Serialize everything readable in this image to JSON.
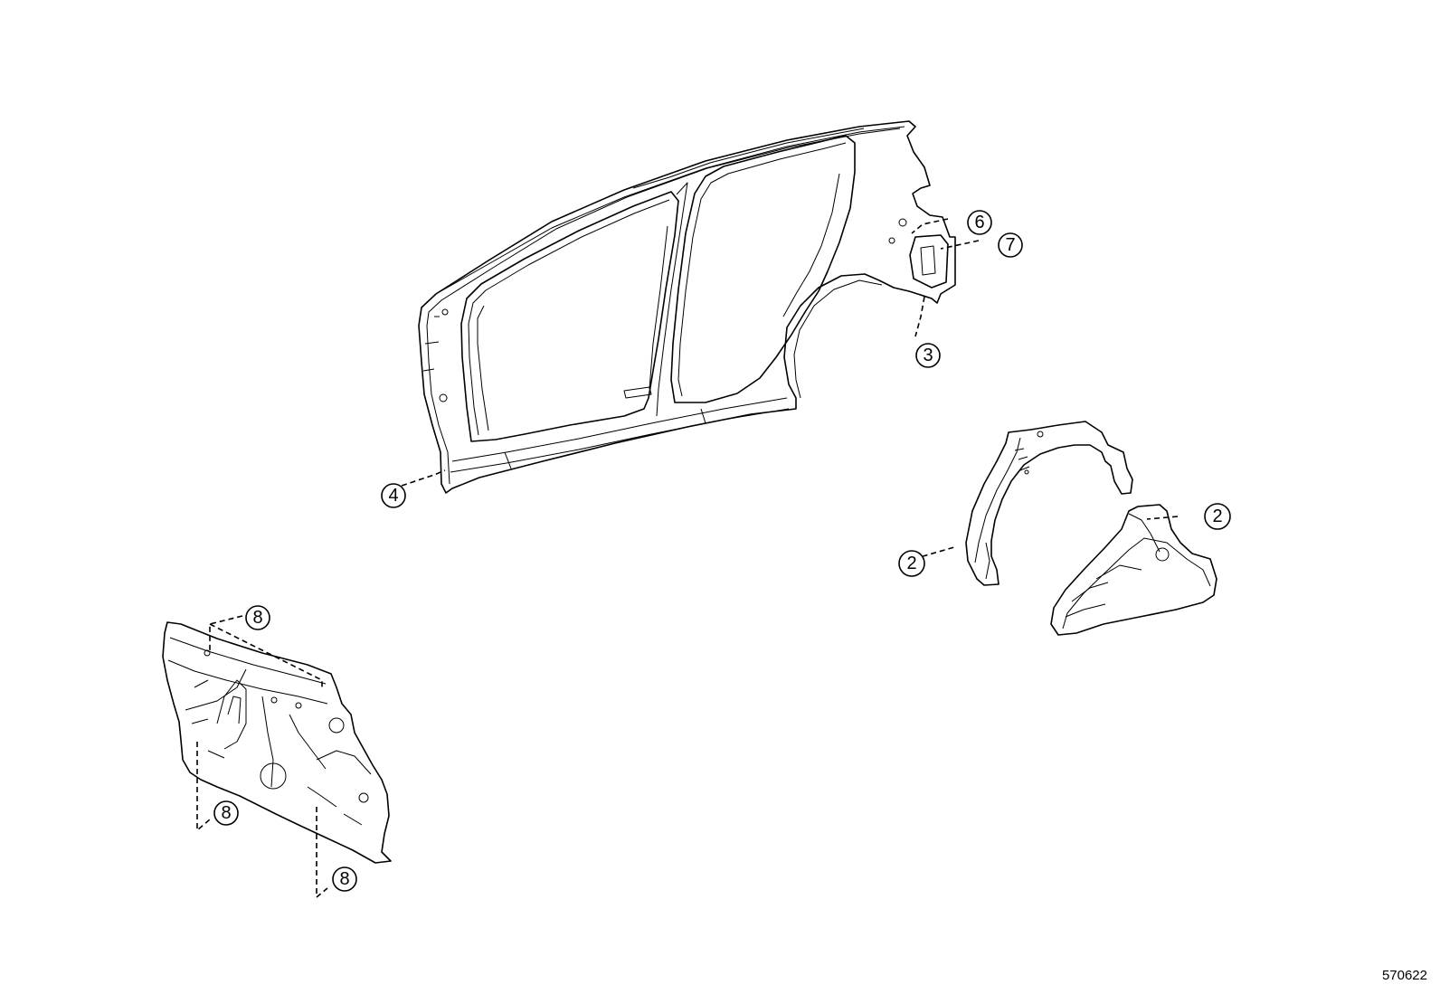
{
  "callouts": [
    {
      "id": "c6",
      "label": "6"
    },
    {
      "id": "c7",
      "label": "7"
    },
    {
      "id": "c3",
      "label": "3"
    },
    {
      "id": "c4",
      "label": "4"
    },
    {
      "id": "c2a",
      "label": "2"
    },
    {
      "id": "c2b",
      "label": "2"
    },
    {
      "id": "c8a",
      "label": "8"
    },
    {
      "id": "c8b",
      "label": "8"
    },
    {
      "id": "c8c",
      "label": "8"
    }
  ],
  "reference_code": "570622"
}
